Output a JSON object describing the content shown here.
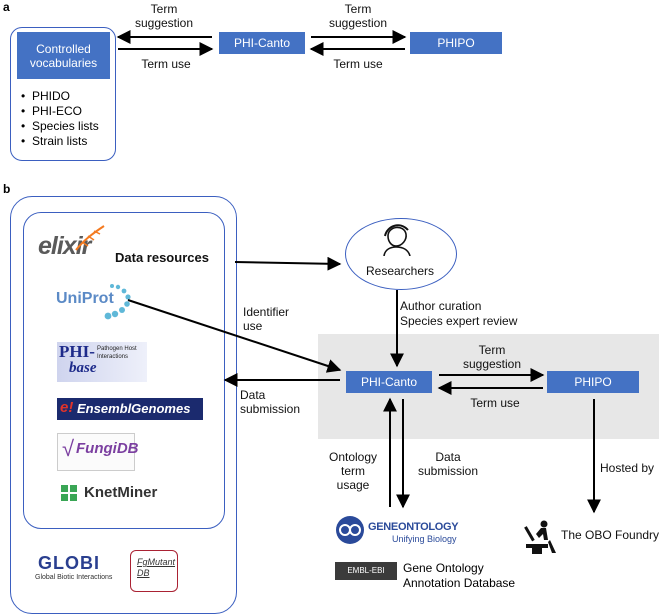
{
  "panel_a": {
    "letter": "a",
    "controlled_vocab_box": "Controlled vocabularies",
    "vocab_list": [
      "PHIDO",
      "PHI-ECO",
      "Species lists",
      "Strain lists"
    ],
    "phi_canto": "PHI-Canto",
    "phipo": "PHIPO",
    "term_suggestion_left": "Term suggestion",
    "term_use_left": "Term use",
    "term_suggestion_right": "Term suggestion",
    "term_use_right": "Term use"
  },
  "panel_b": {
    "letter": "b",
    "data_resources_title": "Data resources",
    "logos": {
      "elixir": "elixir",
      "uniprot": "UniProt",
      "phibase_main": "PHI-",
      "phibase_sub": "base",
      "phibase_tag": "Pathogen Host Interactions",
      "ensembl": "EnsemblGenomes",
      "fungidb": "FungiDB",
      "knetminer": "KnetMiner",
      "globi": "GLOBI",
      "globi_sub": "Global Biotic Interactions",
      "fgmutant": "FgMutant DB"
    },
    "researchers": "Researchers",
    "author_curation": "Author curation",
    "species_expert": "Species expert review",
    "identifier_use": "Identifier use",
    "data_submission_left": "Data submission",
    "phi_canto": "PHI-Canto",
    "phipo": "PHIPO",
    "term_suggestion": "Term suggestion",
    "term_use": "Term use",
    "ontology_term_usage": "Ontology term usage",
    "data_submission_down": "Data submission",
    "hosted_by": "Hosted by",
    "geneontology": "GENEONTOLOGY",
    "geneontology_sub": "Unifying Biology",
    "emblebi": "EMBL-EBI",
    "goa": "Gene Ontology Annotation Database",
    "obo": "The OBO Foundry"
  },
  "colors": {
    "box_blue": "#4472c4",
    "border_blue": "#3b5fc0",
    "panel_gray": "#e7e7e7"
  }
}
